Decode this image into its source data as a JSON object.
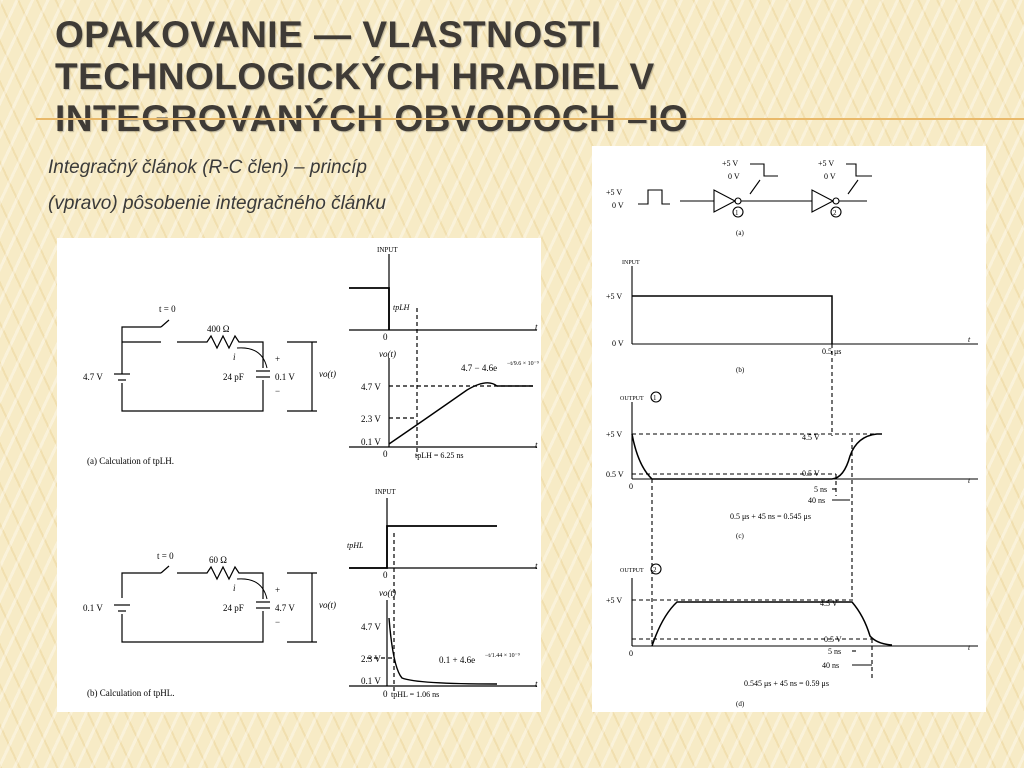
{
  "slide": {
    "title_line1": "OPAKOVANIE — VLASTNOSTI TECHNOLOGICKÝCH HRADIEL V",
    "title_line2": "INTEGROVANÝCH OBVODOCH –IO",
    "text_line1": "Integračný článok (R-C člen) – princíp",
    "text_line2": "(vpravo) pôsobenie integračného článku",
    "accent_color": "#e9b96a"
  },
  "left_figure": {
    "a": {
      "switch_label": "t = 0",
      "resistor": "400 Ω",
      "current": "i",
      "source": "4.7 V",
      "capacitor": "24 pF",
      "cap_voltage": "0.1 V",
      "plus": "+",
      "minus": "−",
      "output": "vo(t)",
      "caption": "(a) Calculation of tpLH.",
      "input_label": "INPUT",
      "delay_label": "tpLH",
      "zero": "0",
      "t_axis": "t",
      "vo_label": "vo(t)",
      "level_high": "4.7 V",
      "level_mid": "2.3 V",
      "level_low": "0.1 V",
      "formula": "4.7 − 4.6e",
      "formula_exp": "−t/9.6 × 10⁻⁹",
      "result": "tpLH = 6.25 ns"
    },
    "b": {
      "switch_label": "t = 0",
      "resistor": "60 Ω",
      "current": "i",
      "source": "0.1 V",
      "capacitor": "24 pF",
      "cap_voltage": "4.7 V",
      "plus": "+",
      "minus": "−",
      "output": "vo(t)",
      "caption": "(b) Calculation of tpHL.",
      "input_label": "INPUT",
      "delay_label": "tpHL",
      "zero": "0",
      "t_axis": "t",
      "vo_label": "vo(t)",
      "level_high": "4.7 V",
      "level_mid": "2.3 V",
      "level_low": "0.1 V",
      "formula": "0.1 + 4.6e",
      "formula_exp": "−t/1.44 × 10⁻⁹",
      "result": "tpHL = 1.06 ns"
    }
  },
  "right_figure": {
    "a": {
      "v5": "+5 V",
      "v0": "0 V",
      "gate1": "1",
      "gate2": "2",
      "caption": "(a)"
    },
    "b": {
      "input_label": "INPUT",
      "v5": "+5 V",
      "v0": "0 V",
      "t_end": "0.5 μs",
      "t_axis": "t",
      "caption": "(b)"
    },
    "c": {
      "output_label": "OUTPUT",
      "gate_num": "1",
      "v5": "+5 V",
      "v45": "4.5 V",
      "v05": "0.5 V",
      "v05b": "0.5 V",
      "zero": "0",
      "t_axis": "t",
      "d1": "5 ns",
      "d2": "40 ns",
      "sum": "0.5 μs + 45 ns = 0.545 μs",
      "caption": "(c)"
    },
    "d": {
      "output_label": "OUTPUT",
      "gate_num": "2",
      "v5": "+5 V",
      "v45": "4.5 V",
      "v05": "0.5 V",
      "zero": "0",
      "t_axis": "t",
      "d1": "5 ns",
      "d2": "40 ns",
      "sum": "0.545 μs + 45 ns = 0.59 μs",
      "caption": "(d)"
    }
  }
}
